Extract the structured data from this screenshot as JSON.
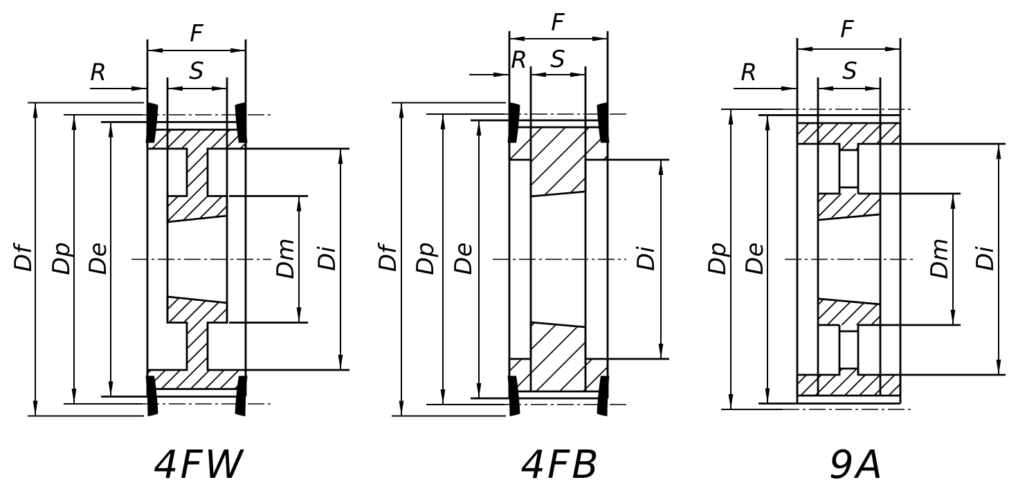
{
  "drawing": {
    "background_color": "#ffffff",
    "line_color": "#000000",
    "figures": [
      {
        "caption": "4FW",
        "labels": {
          "face_width": "F",
          "rim_offset": "R",
          "hub_width": "S",
          "flange_diameter": "Df",
          "pitch_diameter": "Dp",
          "outside_diameter": "De",
          "hub_diameter": "Dm",
          "inner_diameter": "Di"
        }
      },
      {
        "caption": "4FB",
        "labels": {
          "face_width": "F",
          "rim_offset": "R",
          "hub_width": "S",
          "flange_diameter": "Df",
          "pitch_diameter": "Dp",
          "outside_diameter": "De",
          "inner_diameter": "Di"
        }
      },
      {
        "caption": "9A",
        "labels": {
          "face_width": "F",
          "rim_offset": "R",
          "hub_width": "S",
          "pitch_diameter": "Dp",
          "outside_diameter": "De",
          "hub_diameter": "Dm",
          "inner_diameter": "Di"
        }
      }
    ]
  }
}
